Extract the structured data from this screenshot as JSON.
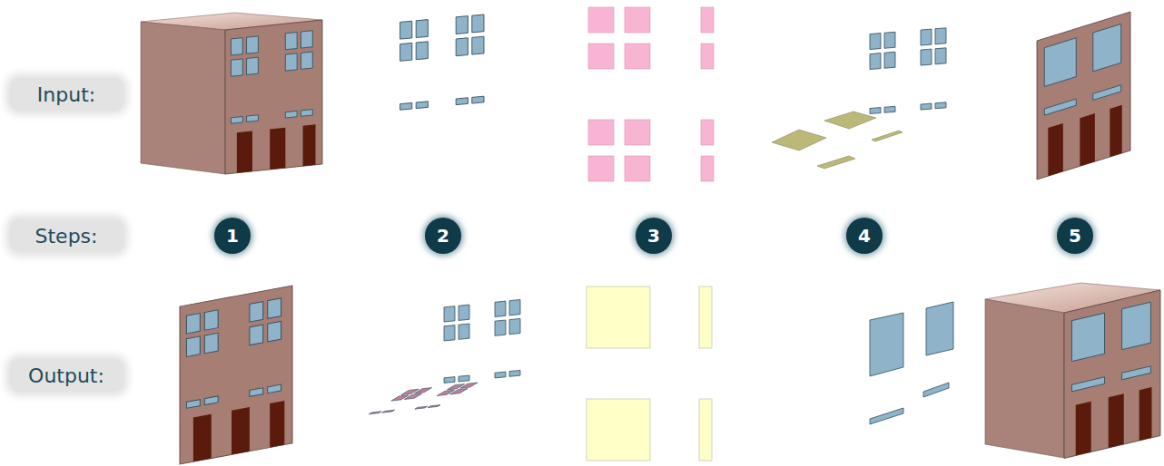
{
  "diagram": {
    "nodes": [
      {
        "text": [
          "Input:"
        ]
      },
      {
        "text": [
          "Steps:"
        ]
      },
      {
        "text": [
          "1"
        ]
      },
      {
        "text": [
          "2"
        ]
      },
      {
        "text": [
          "3"
        ]
      },
      {
        "text": [
          "4"
        ]
      },
      {
        "text": [
          "5"
        ]
      },
      {
        "text": [
          "Output:"
        ]
      }
    ]
  }
}
